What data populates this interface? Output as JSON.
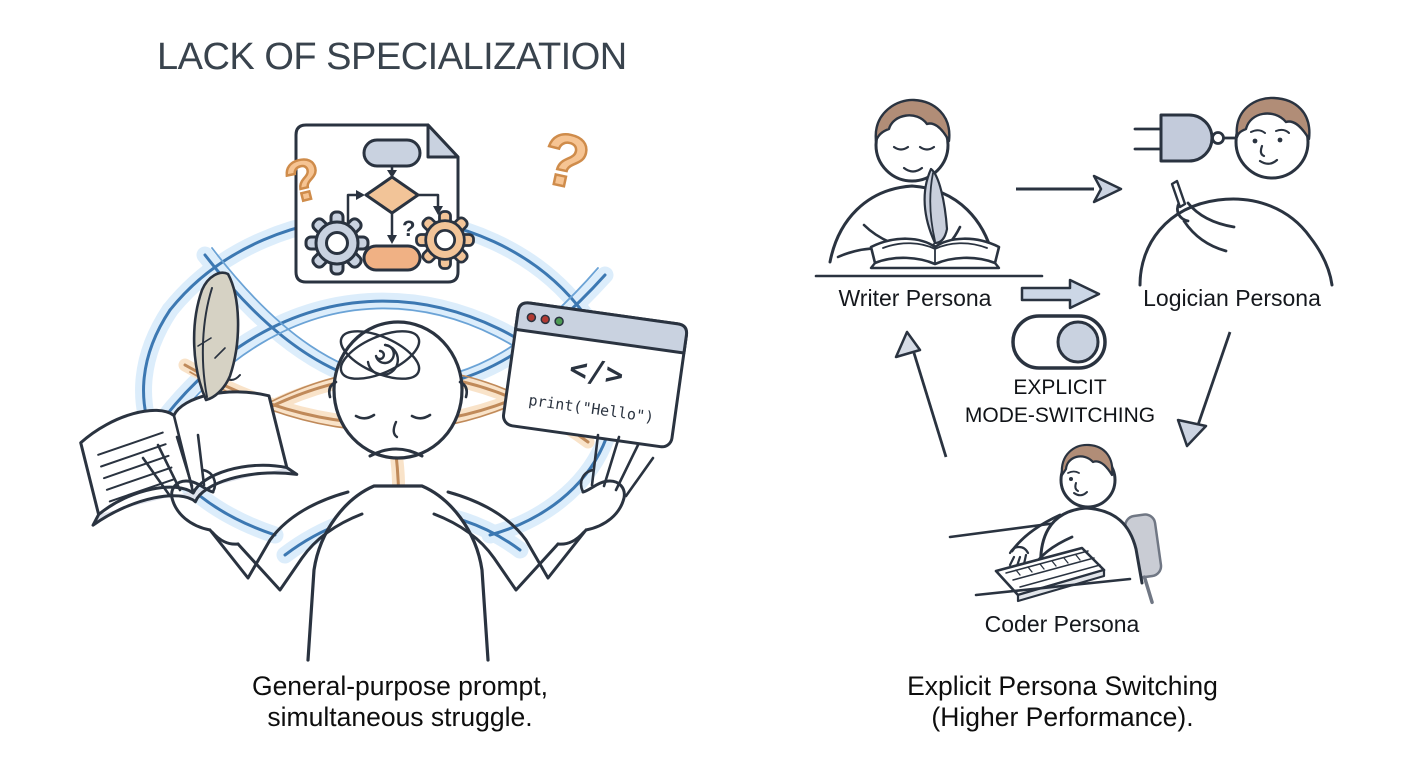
{
  "title": "LACK OF SPECIALIZATION",
  "left": {
    "caption_line1": "General-purpose prompt,",
    "caption_line2": "simultaneous struggle.",
    "question_mark_left": "?",
    "question_mark_right": "?",
    "flowchart_question": "?",
    "code_symbol": "</>",
    "code_line": "print(\"Hello\")"
  },
  "right": {
    "writer_label": "Writer Persona",
    "logician_label": "Logician Persona",
    "coder_label": "Coder Persona",
    "switch_line1": "EXPLICIT",
    "switch_line2": "MODE-SWITCHING",
    "caption_line1": "Explicit Persona Switching",
    "caption_line2": "(Higher Performance)."
  },
  "colors": {
    "outline_dark": "#2a3340",
    "tangle_blue": "#3c78b2",
    "tangle_blue_glow": "#d9ecfb",
    "tangle_orange": "#c08a5a",
    "tangle_orange_glow": "#f9e0c4",
    "fill_gray_blue": "#c9d2e0",
    "fill_orange": "#f2c498",
    "fill_orange_deep": "#f0b184",
    "hair_brown": "#b18d77",
    "feather_gray": "#d6d2c4",
    "chair_gray": "#c9ccd4",
    "text_dark": "#0e0e0e"
  }
}
